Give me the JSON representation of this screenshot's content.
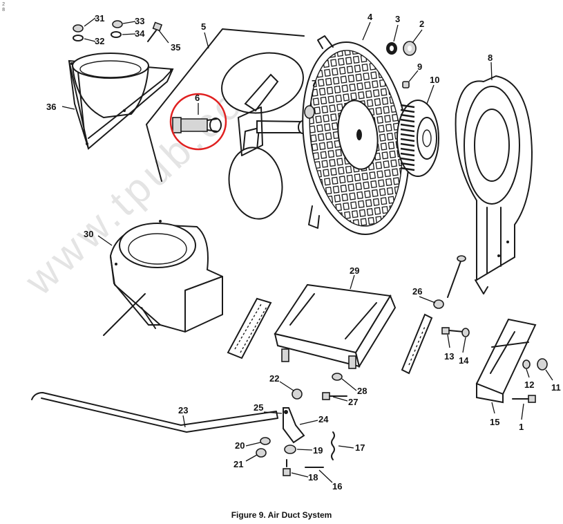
{
  "figure": {
    "caption": "Figure 9. Air Duct System",
    "watermark": "www.tpub.com",
    "corner_mark": "2 8",
    "highlight": {
      "part": "6",
      "color": "#e02020"
    }
  },
  "callouts": [
    "1",
    "2",
    "3",
    "4",
    "5",
    "6",
    "7",
    "8",
    "9",
    "10",
    "11",
    "12",
    "13",
    "14",
    "15",
    "16",
    "17",
    "18",
    "19",
    "20",
    "21",
    "22",
    "23",
    "24",
    "25",
    "26",
    "27",
    "28",
    "29",
    "30",
    "31",
    "32",
    "33",
    "34",
    "35",
    "36"
  ]
}
